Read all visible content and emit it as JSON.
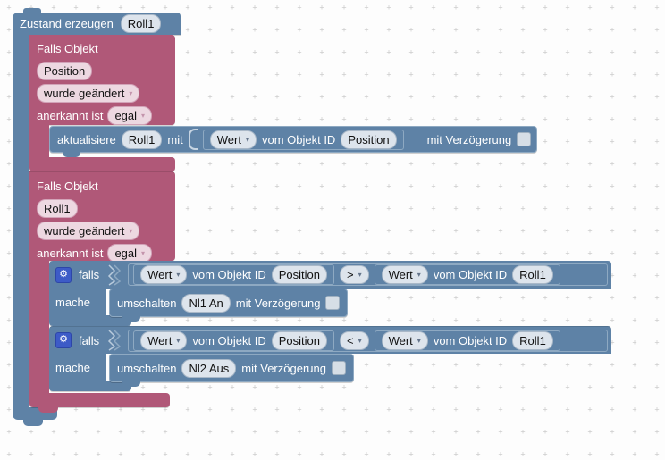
{
  "colors": {
    "block_blue": "#5e82a6",
    "block_pink": "#b05878",
    "field_light_blue": "#dde4ec",
    "field_light_pink": "#edd8e1",
    "gear_blue": "#3d5bc7",
    "grid_dot": "#c7c7c7",
    "canvas": "#fdfdfd"
  },
  "icons": {
    "gear": "⚙",
    "dropdown_arrow": "▾",
    "grid_dot": "+"
  },
  "root": {
    "label": "Zustand erzeugen",
    "state": "Roll1"
  },
  "trigger1": {
    "label": "Falls Objekt",
    "object": "Position",
    "change": "wurde geändert",
    "ack_label": "anerkannt ist",
    "ack": "egal",
    "action": {
      "label": "aktualisiere",
      "target": "Roll1",
      "mit": "mit",
      "value": {
        "kind": "Wert",
        "of_label": "vom Objekt ID",
        "object": "Position"
      },
      "delay_label": "mit Verzögerung"
    }
  },
  "trigger2": {
    "label": "Falls Objekt",
    "object": "Roll1",
    "change": "wurde geändert",
    "ack_label": "anerkannt ist",
    "ack": "egal",
    "cases": [
      {
        "falls": "falls",
        "mache": "mache",
        "left": {
          "kind": "Wert",
          "of_label": "vom Objekt ID",
          "object": "Position"
        },
        "op": ">",
        "right": {
          "kind": "Wert",
          "of_label": "vom Objekt ID",
          "object": "Roll1"
        },
        "action": {
          "label": "umschalten",
          "target": "Nl1 An",
          "delay_label": "mit Verzögerung"
        }
      },
      {
        "falls": "falls",
        "mache": "mache",
        "left": {
          "kind": "Wert",
          "of_label": "vom Objekt ID",
          "object": "Position"
        },
        "op": "<",
        "right": {
          "kind": "Wert",
          "of_label": "vom Objekt ID",
          "object": "Roll1"
        },
        "action": {
          "label": "umschalten",
          "target": "Nl2 Aus",
          "delay_label": "mit Verzögerung"
        }
      }
    ]
  }
}
